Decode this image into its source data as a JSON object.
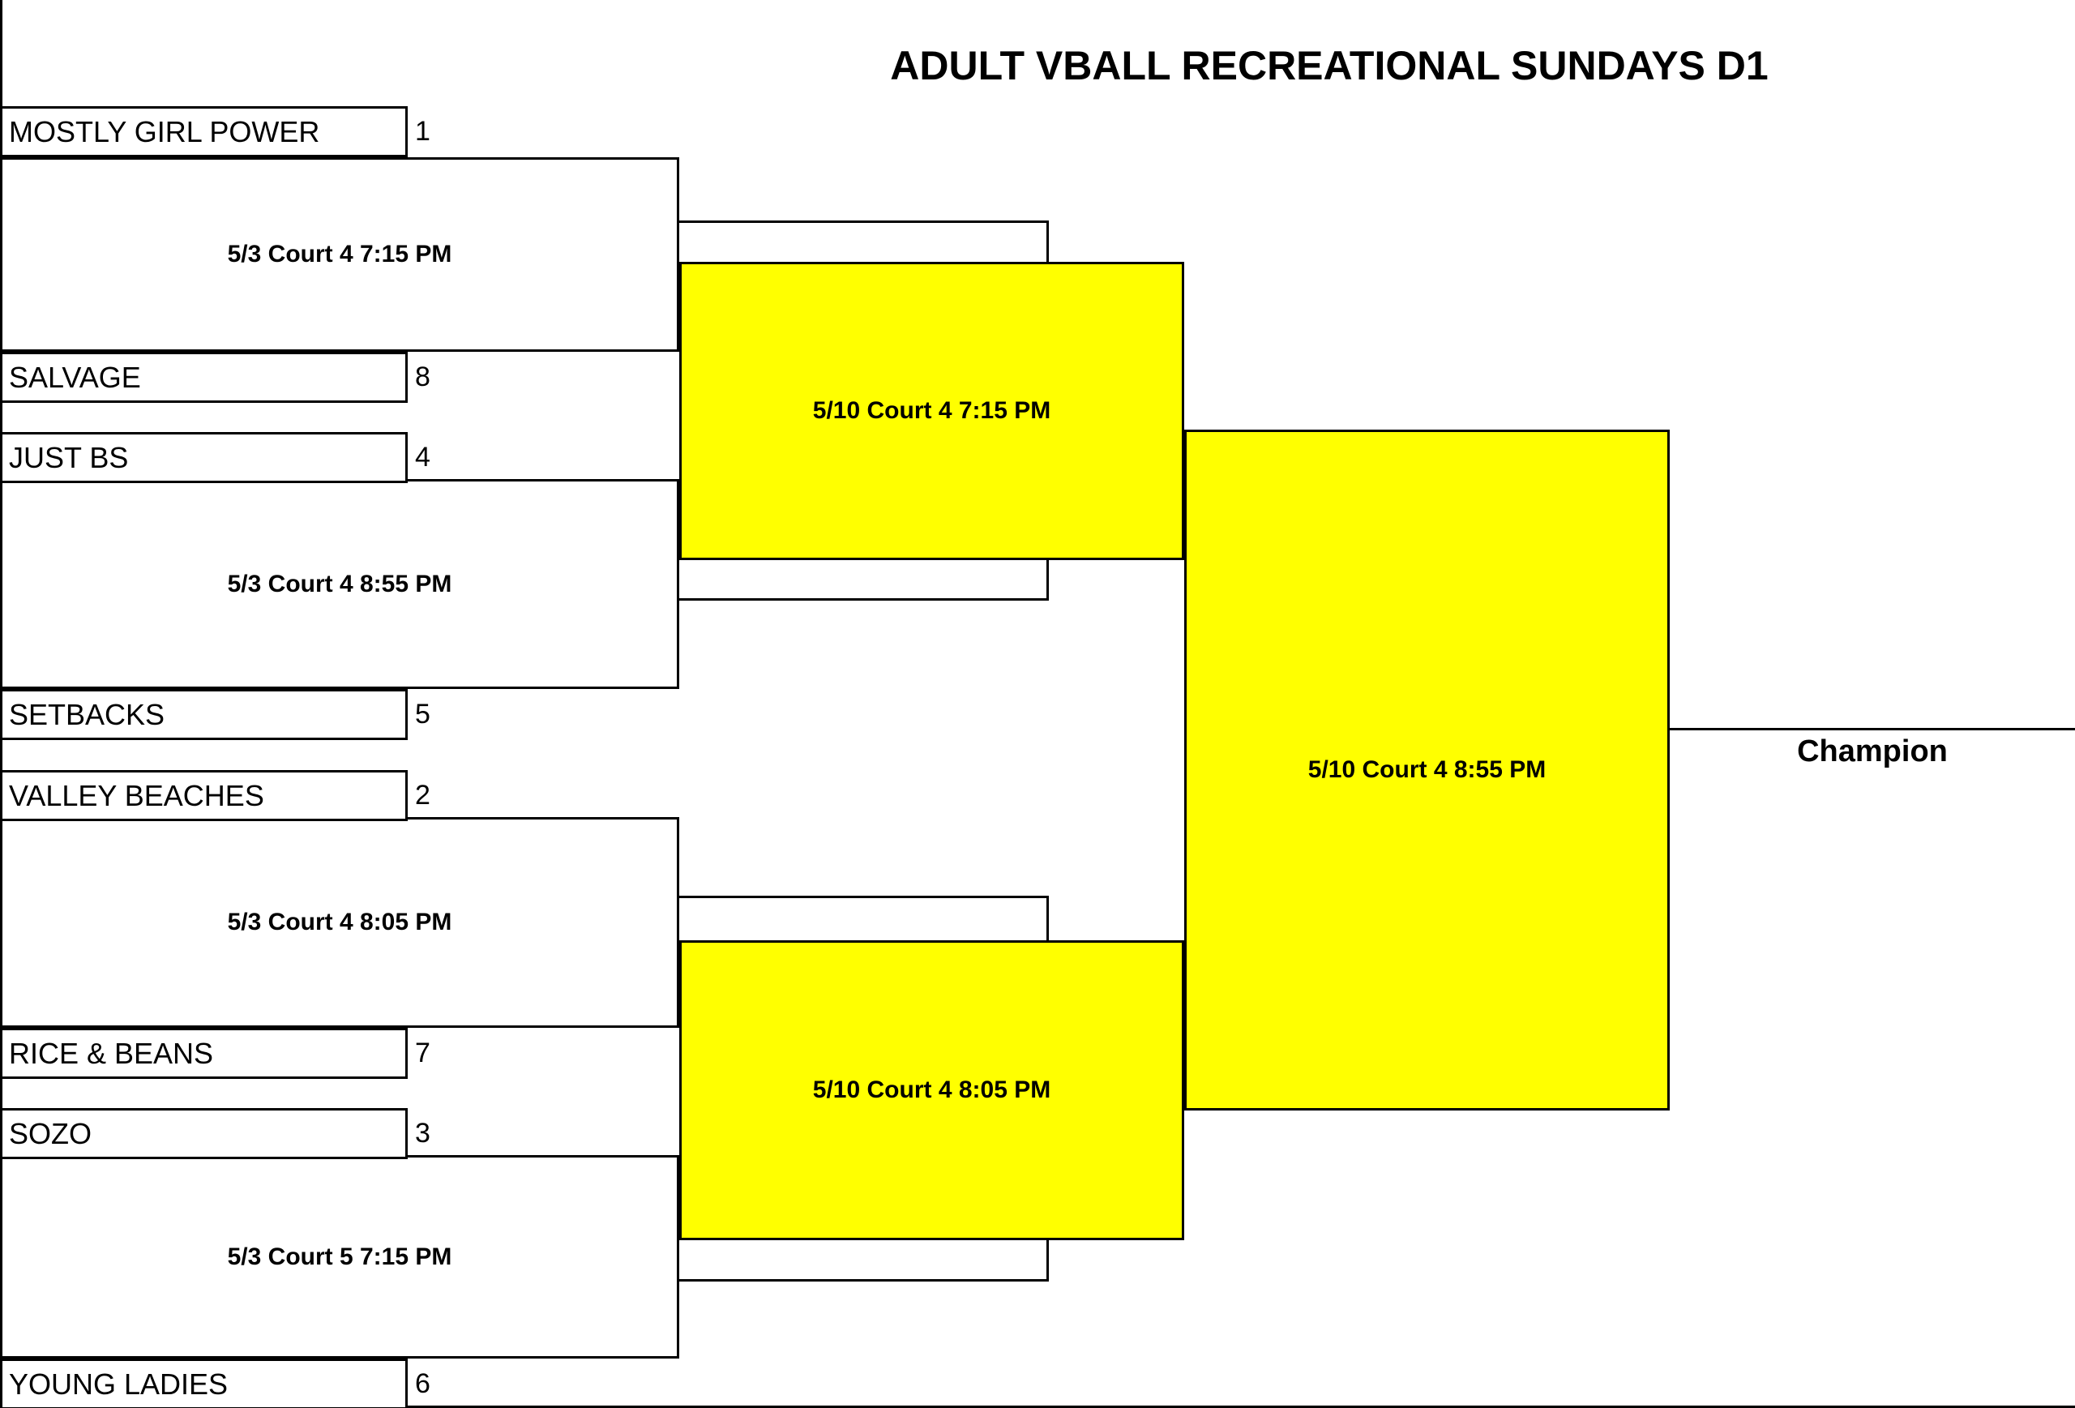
{
  "title": "ADULT VBALL RECREATIONAL SUNDAYS D1",
  "teams": [
    {
      "name": "MOSTLY GIRL POWER",
      "seed": "1"
    },
    {
      "name": "SALVAGE",
      "seed": "8"
    },
    {
      "name": "JUST BS",
      "seed": "4"
    },
    {
      "name": "SETBACKS",
      "seed": "5"
    },
    {
      "name": "VALLEY BEACHES",
      "seed": "2"
    },
    {
      "name": "RICE & BEANS",
      "seed": "7"
    },
    {
      "name": "SOZO",
      "seed": "3"
    },
    {
      "name": "YOUNG LADIES",
      "seed": "6"
    }
  ],
  "round1_matches": [
    {
      "label": "5/3 Court 4 7:15 PM"
    },
    {
      "label": "5/3 Court 4 8:55 PM"
    },
    {
      "label": "5/3 Court 4 8:05 PM"
    },
    {
      "label": "5/3 Court 5 7:15 PM"
    }
  ],
  "semifinal_matches": [
    {
      "label": "5/10 Court 4 7:15 PM"
    },
    {
      "label": "5/10 Court 4 8:05 PM"
    }
  ],
  "final_match": {
    "label": "5/10 Court 4 8:55 PM"
  },
  "champion_label": "Champion",
  "colors": {
    "highlight": "#FFFF00",
    "line": "#000000",
    "background": "#FFFFFF"
  }
}
